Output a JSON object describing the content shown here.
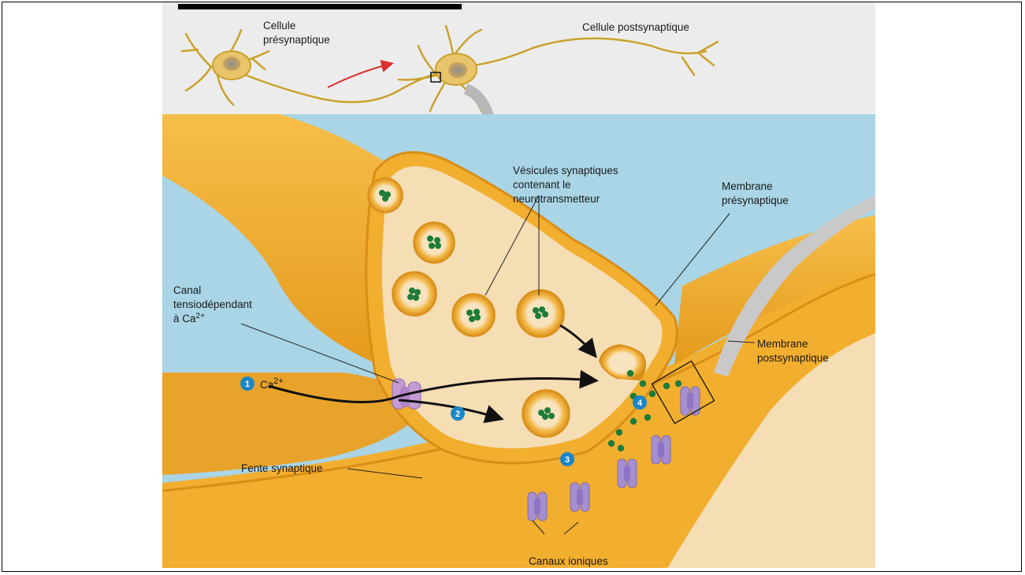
{
  "labels": {
    "cellule": "Cellule",
    "presynaptique": "présynaptique",
    "cellule_post": "Cellule postsynaptique",
    "vesicules_1": "Vésicules synaptiques",
    "vesicules_2": "contenant le",
    "vesicules_3": "neurotransmetteur",
    "membrane_pre_1": "Membrane",
    "membrane_pre_2": "présynaptique",
    "canal_1": "Canal",
    "canal_2": "tensiodépendant",
    "canal_3": "à Ca",
    "canal_sup": "2+",
    "ca_label": "Ca",
    "ca_sup": "2+",
    "membrane_post_1": "Membrane",
    "membrane_post_2": "postsynaptique",
    "fente": "Fente synaptique",
    "canaux": "Canaux ioniques"
  },
  "steps": [
    "1",
    "2",
    "3",
    "4"
  ],
  "colors": {
    "axon_orange": "#F2AE2E",
    "terminal_interior": "#F5DDB4",
    "fluid_blue": "#A9D5E6",
    "vesicle_green": "#1E7B3A",
    "channel_purple": "#A58FD1",
    "step_blue": "#1A86C9",
    "arrow_red": "#D93030"
  }
}
